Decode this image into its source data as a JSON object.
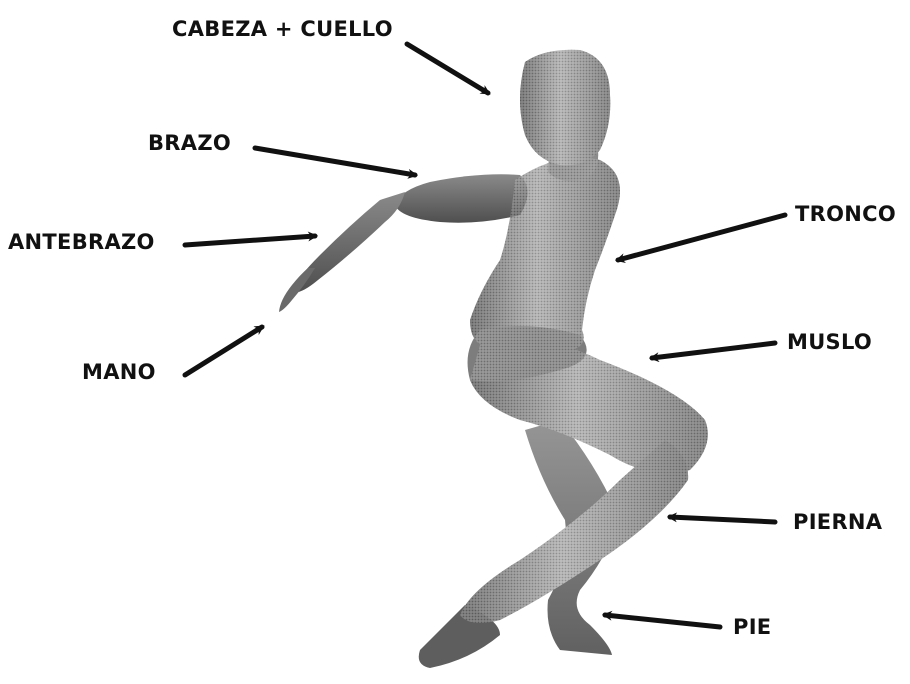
{
  "labels": {
    "cabeza_cuello": "CABEZA + CUELLO",
    "brazo": "BRAZO",
    "antebrazo": "ANTEBRAZO",
    "mano": "MANO",
    "tronco": "TRONCO",
    "muslo": "MUSLO",
    "pierna": "PIERNA",
    "pie": "PIE"
  },
  "colors": {
    "text": "#111111",
    "arrow": "#111111",
    "figure_light": "#d9d9d9",
    "figure_mid": "#9a9a9a",
    "figure_dark": "#4a4a4a"
  }
}
